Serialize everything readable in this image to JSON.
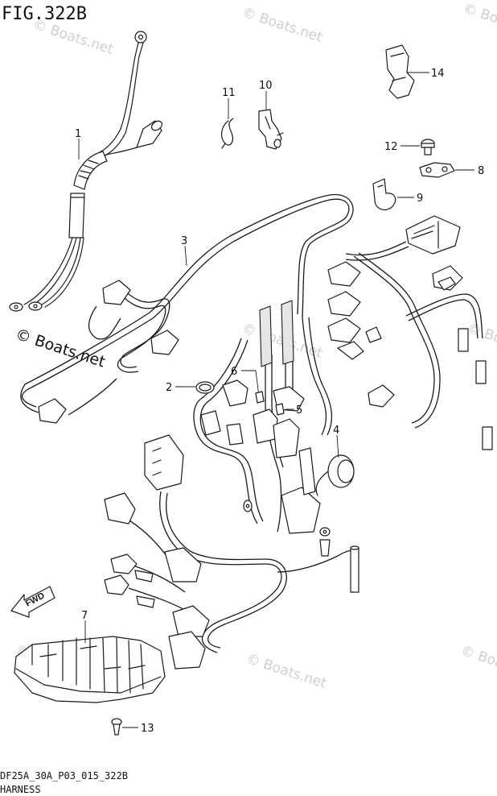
{
  "figure": {
    "title": "FIG.322B"
  },
  "watermark": {
    "text": "© Boats.net"
  },
  "footer": {
    "code": "DF25A_30A_P03_015_322B",
    "name": "HARNESS"
  },
  "direction_marker": {
    "label": "FWD"
  },
  "callouts": [
    {
      "id": "1",
      "label": "1"
    },
    {
      "id": "2",
      "label": "2"
    },
    {
      "id": "3",
      "label": "3"
    },
    {
      "id": "4",
      "label": "4"
    },
    {
      "id": "5",
      "label": "5"
    },
    {
      "id": "6",
      "label": "6"
    },
    {
      "id": "7",
      "label": "7"
    },
    {
      "id": "8",
      "label": "8"
    },
    {
      "id": "9",
      "label": "9"
    },
    {
      "id": "10",
      "label": "10"
    },
    {
      "id": "11",
      "label": "11"
    },
    {
      "id": "12",
      "label": "12"
    },
    {
      "id": "13",
      "label": "13"
    },
    {
      "id": "14",
      "label": "14"
    }
  ]
}
